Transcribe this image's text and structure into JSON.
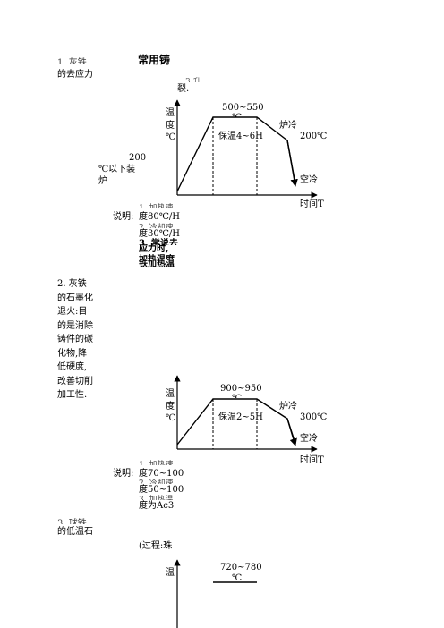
{
  "doc": {
    "title": "常用铸",
    "section1": {
      "intro_fragment": "1. 灰铁",
      "left_text": "的去应力",
      "top_fragment": "一3.升",
      "crack_text": "裂.",
      "left_note_temp": "200",
      "left_note_line1": "℃以下装",
      "left_note_line2": "炉",
      "chart": {
        "y_label_1": "温",
        "y_label_2": "度",
        "y_label_3": "℃",
        "peak_temp": "500~550",
        "peak_unit": "℃",
        "hold": "保温4~6H",
        "furnace_cool": "炉冷",
        "end_temp": "200℃",
        "air_cool": "空冷",
        "x_label": "时间T"
      },
      "note_label": "说明:",
      "note_frag_1": "1. 加热速",
      "note_line_1": "度80℃/H",
      "note_frag_2": "2. 冷却速",
      "note_line_2": "度30℃/H",
      "bold_1": "3. 常说去",
      "bold_2": "应力时,",
      "bold_3": "加热温度",
      "bold_4": "铁加热温"
    },
    "section2": {
      "para_lines": [
        "2. 灰铁",
        "的石墨化",
        "退火:目",
        "的是消除",
        "铸件的碳",
        "化物,降",
        "低硬度,",
        "改善切削",
        "加工性."
      ],
      "chart": {
        "y_label_1": "温",
        "y_label_2": "度",
        "y_label_3": "℃",
        "peak_temp": "900~950",
        "peak_unit": "℃",
        "hold": "保温2~5H",
        "furnace_cool": "炉冷",
        "end_temp": "300℃",
        "air_cool": "空冷",
        "x_label": "时间T"
      },
      "note_label": "说明:",
      "note_frag_1": "1. 加热速",
      "note_line_1": "度70~100",
      "note_frag_2": "2. 冷却速",
      "note_line_2": "度50~100",
      "note_frag_3": "3. 加热温",
      "note_line_3": "度为Ac3"
    },
    "section3": {
      "para_line_1": "3. 球铁",
      "para_line_2": "的低温石",
      "process_text": "(过程:珠",
      "y_label_1": "温",
      "peak_temp": "720~780",
      "peak_unit": "℃"
    }
  }
}
